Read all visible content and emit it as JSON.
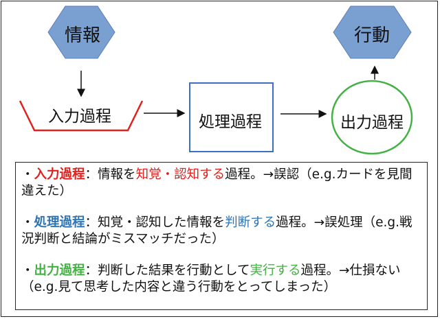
{
  "nodes": {
    "info": "情報",
    "action": "行動",
    "input": "入力過程",
    "process": "処理過程",
    "output": "出力過程"
  },
  "colors": {
    "hexagon_fill": "#7a9fd1",
    "trapezoid_stroke": "#e0201c",
    "process_stroke": "#3c6fc4",
    "output_stroke": "#44b144",
    "red": "#e0201c",
    "blue": "#2e75b6",
    "green": "#44b144"
  },
  "description": {
    "p1": {
      "bullet": "・",
      "term": "入力過程",
      "colon": "：",
      "pre": "情報を",
      "highlight": "知覚・認知する",
      "post": "過程。→誤認（e.g.カードを見間違えた）"
    },
    "p2": {
      "bullet": "・",
      "term": "処理過程",
      "colon": "：",
      "pre": "知覚・認知した情報を",
      "highlight": "判断する",
      "post": "過程。→誤処理（e.g.戦況判断と結論がミスマッチだった）"
    },
    "p3": {
      "bullet": "・",
      "term": "出力過程",
      "colon": "：",
      "pre": "判断した結果を行動として",
      "highlight": "実行する",
      "post": "過程。→仕損ない（e.g.見て思考した内容と違う行動をとってしまった）"
    }
  }
}
